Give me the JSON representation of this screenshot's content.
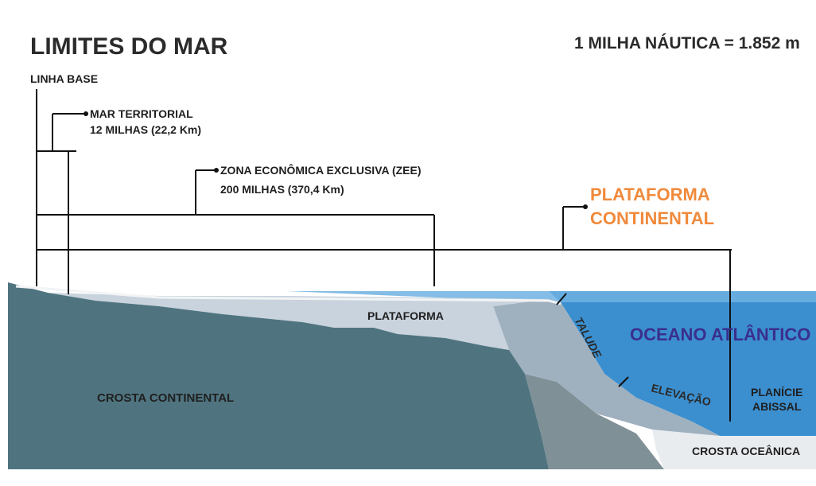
{
  "title": "LIMITES DO MAR",
  "scale_note": "1 MILHA NÁUTICA = 1.852 m",
  "labels": {
    "linha_base": "LINHA BASE",
    "mar_territorial": "MAR TERRITORIAL",
    "mar_territorial_dist": "12 MILHAS (22,2 Km)",
    "zee": "ZONA ECONÔMICA EXCLUSIVA (ZEE)",
    "zee_dist": "200 MILHAS (370,4 Km)",
    "plataforma_continental_1": "PLATAFORMA",
    "plataforma_continental_2": "CONTINENTAL",
    "plataforma": "PLATAFORMA",
    "talude": "TALUDE",
    "oceano": "OCEANO ATLÂNTICO",
    "crosta_continental": "CROSTA CONTINENTAL",
    "elevacao": "ELEVAÇÃO",
    "planicie_1": "PLANÍCIE",
    "planicie_2": "ABISSAL",
    "crosta_oceanica": "CROSTA OCEÂNICA"
  },
  "colors": {
    "ocean": "#3b8fcf",
    "ocean_light": "#6fb2e0",
    "crust_continental": "#4f7480",
    "shelf": "#c9d3dd",
    "slope": "#9fb0bf",
    "sediment": "#7f9097",
    "oceanic_crust": "#e9ecef",
    "accent_orange": "#f08a3c",
    "ocean_label": "#3a2f8c"
  }
}
